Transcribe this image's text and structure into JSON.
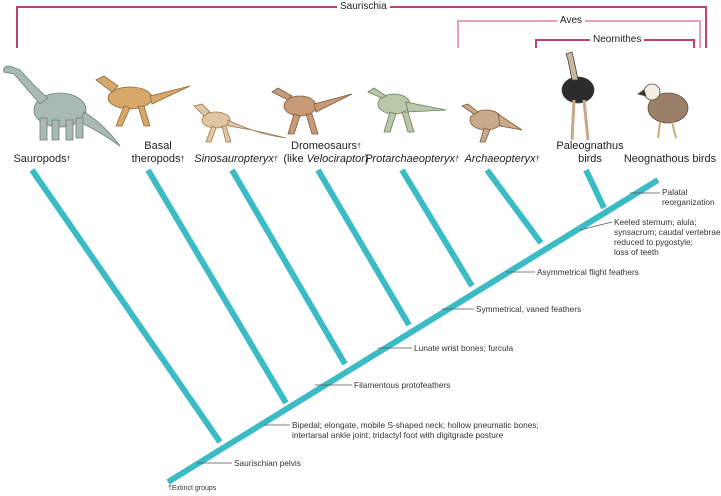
{
  "brackets": [
    {
      "label": "Saurischia",
      "color": "#c0406e"
    },
    {
      "label": "Aves",
      "color": "#e8a0b8"
    },
    {
      "label": "Neornithes",
      "color": "#c0406e"
    }
  ],
  "taxa": [
    {
      "id": "sauropods",
      "name": "Sauropods",
      "dagger": "†",
      "italic": false
    },
    {
      "id": "basal-theropods",
      "name": "Basal theropods",
      "line1": "Basal",
      "line2": "theropods",
      "dagger": "†",
      "italic": false
    },
    {
      "id": "sinosauropteryx",
      "name": "Sinosauropteryx",
      "dagger": "†",
      "italic": true
    },
    {
      "id": "dromeosaurs",
      "name": "Dromeosaurs",
      "dagger": "†",
      "sub_prefix": "(like ",
      "sub_italic": "Velociraptor",
      "sub_suffix": ")",
      "italic": false
    },
    {
      "id": "protarchaeopteryx",
      "name": "Protarchaeopteryx",
      "dagger": "†",
      "italic": true
    },
    {
      "id": "archaeopteryx",
      "name": "Archaeopteryx",
      "dagger": "†",
      "italic": true
    },
    {
      "id": "paleognathus-birds",
      "line1": "Paleognathus",
      "line2": "birds",
      "dagger": "",
      "italic": false
    },
    {
      "id": "neognathous-birds",
      "name": "Neognathous birds",
      "dagger": "",
      "italic": false
    }
  ],
  "annotations": [
    {
      "id": "saurischian-pelvis",
      "text": "Saurischian pelvis"
    },
    {
      "id": "bipedal",
      "text": "Bipedal; elongate, mobile S-shaped neck; hollow pneumatic bones;\nintertarsal ankle joint; tridactyl foot with digitgrade posture"
    },
    {
      "id": "filamentous",
      "text": "Filamentous protofeathers"
    },
    {
      "id": "lunate",
      "text": "Lunate wrist bones; furcula"
    },
    {
      "id": "symmetrical",
      "text": "Symmetrical, vaned feathers"
    },
    {
      "id": "asymmetrical",
      "text": "Asymmetrical flight feathers"
    },
    {
      "id": "keeled",
      "text": "Keeled sternum; alula;\nsynsacrum; caudal vertebrae\nreduced to pygostyle;\nloss of teeth"
    },
    {
      "id": "palatal",
      "text": "Palatal\nreorganization"
    }
  ],
  "footnote": "†Extinct groups",
  "colors": {
    "branch": "#3bbcc4",
    "ink": "#222222",
    "leader": "#555555"
  }
}
